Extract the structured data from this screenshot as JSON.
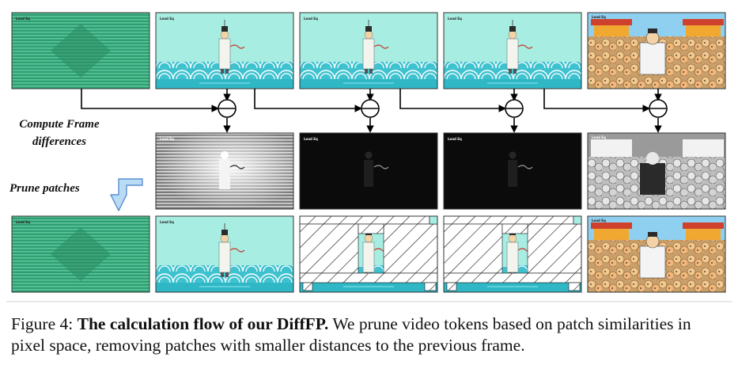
{
  "labels": {
    "compute": "Compute Frame differences",
    "prune": "Prune patches"
  },
  "caption": {
    "prefix": "Figure 4:",
    "title": "The calculation flow of our DiffFP.",
    "body": "We prune video tokens based on patch similarities in pixel space, removing patches with smaller distances to the previous frame."
  },
  "frames": {
    "logo_text": "Lead Eq"
  },
  "colors": {
    "green_frame": "#2e9e72",
    "cyan_bg": "#a8ede2",
    "wave": "#4ecbd6",
    "arrow_fill": "#b9dcf4",
    "arrow_stroke": "#5b8fd0"
  }
}
